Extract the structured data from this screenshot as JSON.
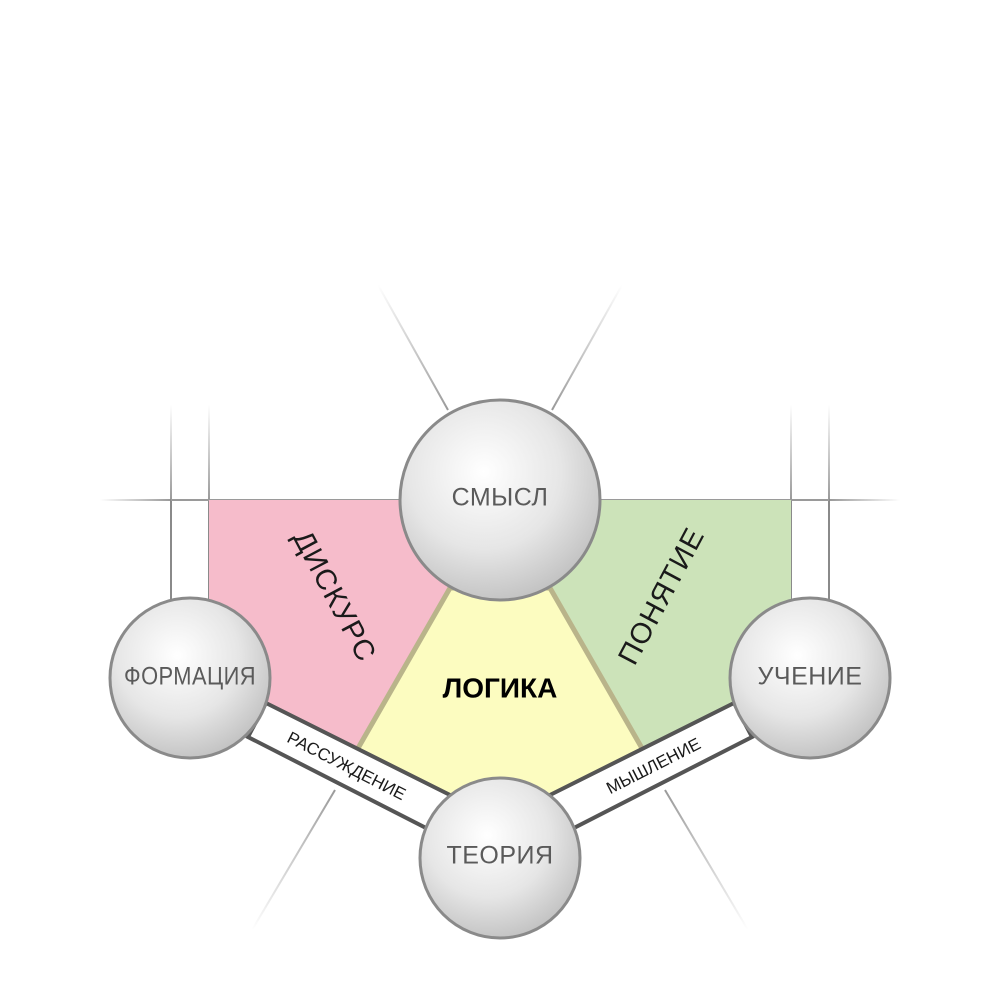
{
  "nodes": {
    "top": "СМЫСЛ",
    "left": "ФОРМАЦИЯ",
    "right": "УЧЕНИЕ",
    "bottom": "ТЕОРИЯ"
  },
  "regions": {
    "left": "ДИСКУРС",
    "right": "ПОНЯТИЕ",
    "center": "ЛОГИКА"
  },
  "bands": {
    "left": "РАССУЖДЕНИЕ",
    "right": "МЫШЛЕНИЕ"
  },
  "colors": {
    "left_region": "#f6bccb",
    "right_region": "#cce3b9",
    "center_region": "#fcfcc0",
    "center_border": "#b9b48a",
    "node_fill_light": "#ffffff",
    "node_fill_dark": "#bdbdbd",
    "node_stroke": "#8a8a8a",
    "band_stroke": "#555555"
  }
}
